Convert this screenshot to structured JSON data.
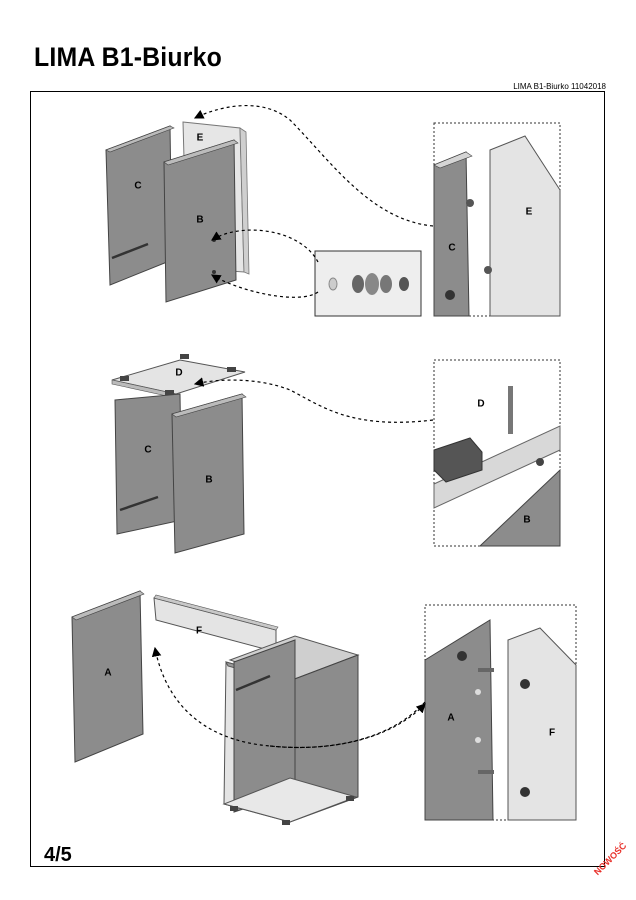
{
  "header": {
    "title": "LIMA  B1-Biurko",
    "doc_ref": "LIMA B1-Biurko 11042018"
  },
  "footer": {
    "page_number": "4/5",
    "badge": "NOWOŚĆ"
  },
  "labels": {
    "panel_a": "A",
    "panel_b": "B",
    "panel_c": "C",
    "panel_d": "D",
    "panel_e": "E",
    "panel_f": "F"
  },
  "colors": {
    "panel_dark": "#8c8c8c",
    "panel_light": "#e4e4e4",
    "frame": "#000000",
    "badge": "#e8302a"
  }
}
